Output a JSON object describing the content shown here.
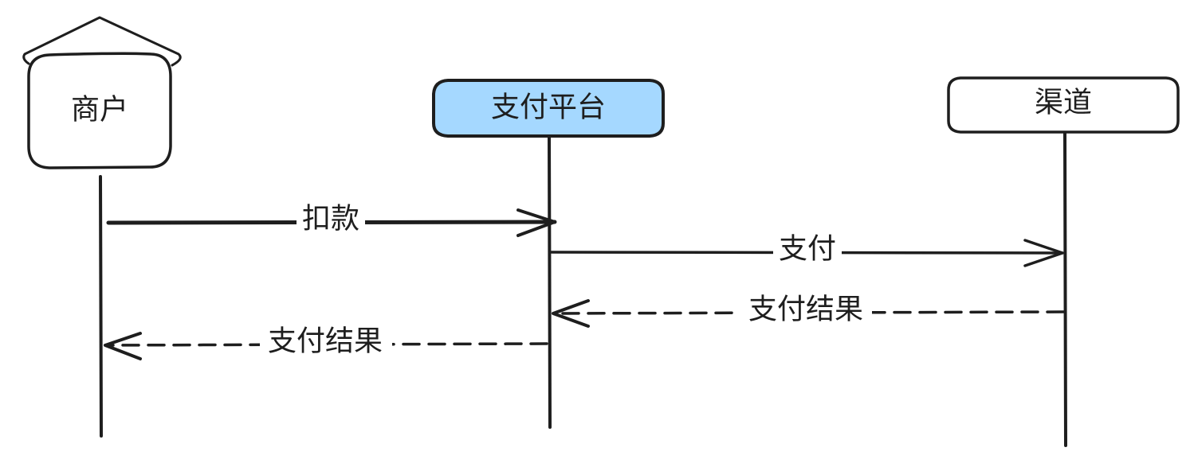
{
  "actors": [
    {
      "label": "商户"
    },
    {
      "label": "支付平台"
    },
    {
      "label": "渠道"
    }
  ],
  "messages": [
    {
      "label": "扣款",
      "from": "商户",
      "to": "支付平台",
      "style": "solid"
    },
    {
      "label": "支付",
      "from": "支付平台",
      "to": "渠道",
      "style": "solid"
    },
    {
      "label": "支付结果",
      "from": "渠道",
      "to": "支付平台",
      "style": "dashed"
    },
    {
      "label": "支付结果",
      "from": "支付平台",
      "to": "商户",
      "style": "dashed"
    }
  ],
  "colors": {
    "stroke": "#1e1e1e",
    "platform_fill": "#a5d8ff",
    "box_fill": "#ffffff"
  }
}
